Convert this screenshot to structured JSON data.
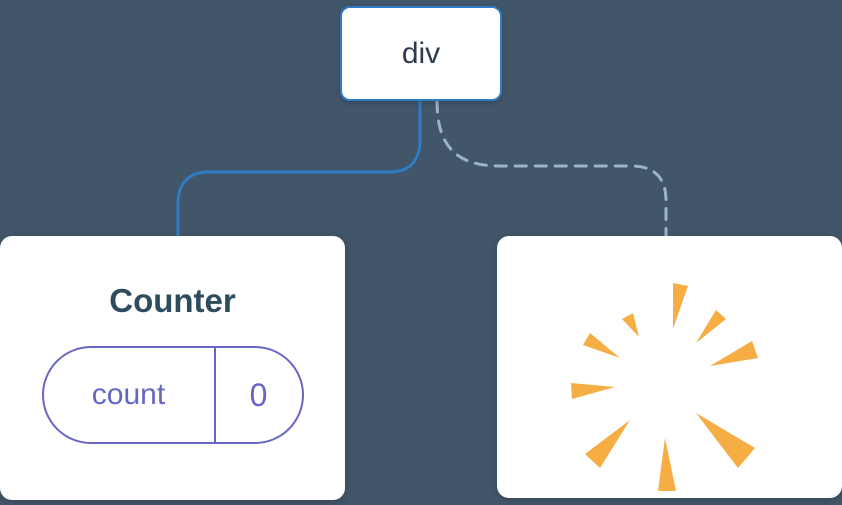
{
  "colors": {
    "background": "#42566A",
    "node_bg": "#FFFFFF",
    "root_border": "#2E7CC3",
    "solid_edge": "#2E7CC3",
    "dashed_edge": "#9AB4C8",
    "root_text": "#2D3B4E",
    "counter_text": "#2E4C5E",
    "state_purple": "#6866C5",
    "burst_orange": "#F6AD43"
  },
  "diagram": {
    "root": {
      "label": "div"
    },
    "counter": {
      "title": "Counter",
      "state": {
        "key": "count",
        "value": "0"
      }
    },
    "removed": {
      "icon": "burst-icon"
    }
  }
}
